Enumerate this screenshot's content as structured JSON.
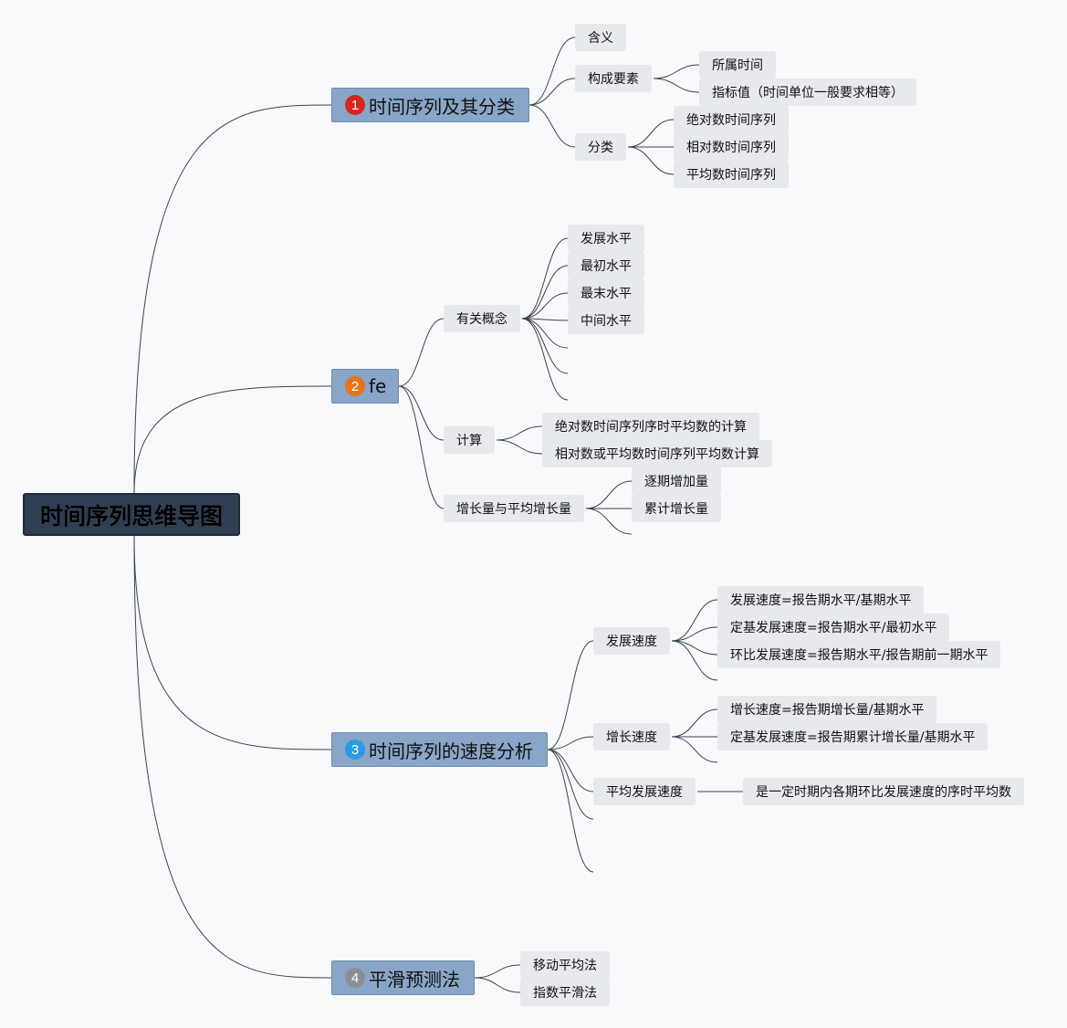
{
  "root": "时间序列思维导图",
  "topics": [
    {
      "num": "1",
      "badge_color": "#d7261e",
      "label": "时间序列及其分类"
    },
    {
      "num": "2",
      "badge_color": "#e8731a",
      "label": "fe"
    },
    {
      "num": "3",
      "badge_color": "#2b9ae0",
      "label": "时间序列的速度分析"
    },
    {
      "num": "4",
      "badge_color": "#8a8f96",
      "label": "平滑预测法"
    }
  ],
  "t1": {
    "meaning": "含义",
    "components": "构成要素",
    "components_items": [
      "所属时间",
      "指标值（时间单位一般要求相等）"
    ],
    "classify": "分类",
    "classify_items": [
      "绝对数时间序列",
      "相对数时间序列",
      "平均数时间序列"
    ]
  },
  "t2": {
    "concepts": "有关概念",
    "concepts_items": [
      "发展水平",
      "最初水平",
      "最末水平",
      "中间水平"
    ],
    "calc": "计算",
    "calc_items": [
      "绝对数时间序列序时平均数的计算",
      "相对数或平均数时间序列平均数计算"
    ],
    "growth": "增长量与平均增长量",
    "growth_items": [
      "逐期增加量",
      "累计增长量"
    ]
  },
  "t3": {
    "dev_speed": "发展速度",
    "dev_speed_items": [
      "发展速度=报告期水平/基期水平",
      "定基发展速度=报告期水平/最初水平",
      "环比发展速度=报告期水平/报告期前一期水平"
    ],
    "growth_speed": "增长速度",
    "growth_speed_items": [
      "增长速度=报告期增长量/基期水平",
      "定基发展速度=报告期累计增长量/基期水平"
    ],
    "avg_speed": "平均发展速度",
    "avg_speed_items": [
      "是一定时期内各期环比发展速度的序时平均数"
    ]
  },
  "t4": {
    "items": [
      "移动平均法",
      "指数平滑法"
    ]
  }
}
